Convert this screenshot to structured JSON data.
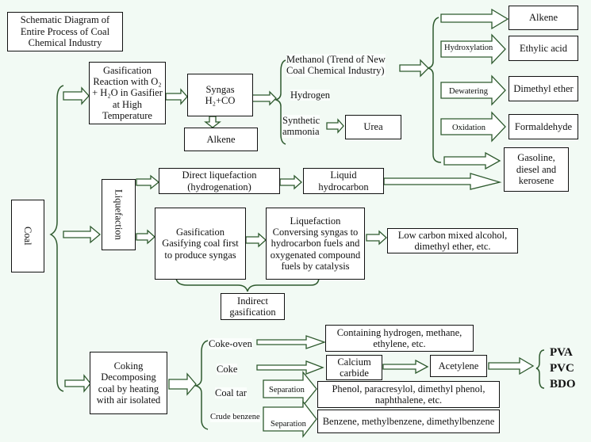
{
  "title": "Schematic Diagram of Entire Process of Coal Chemical Industry",
  "colors": {
    "background": "#f2faf4",
    "connector": "#2e5a2e",
    "box_border": "#111111"
  },
  "nodes": {
    "coal": "Coal",
    "gasification_reaction": "Gasification\nReaction with O₂\n+ H₂O in Gasifier\nat High\nTemperature",
    "syngas": "Syngas\nH₂+CO",
    "alkene_from_syngas": "Alkene",
    "methanol": "Methanol (Trend of New\nCoal Chemical Industry)",
    "hydrogen": "Hydrogen",
    "synthetic_ammonia": "Synthetic\nammonia",
    "urea": "Urea",
    "alkene_from_methanol": "Alkene",
    "ethylic_acid": "Ethylic acid",
    "dimethyl_ether": "Dimethyl ether",
    "formaldehyde": "Formaldehyde",
    "gasoline": "Gasoline,\ndiesel and\nkerosene",
    "liquefaction": "Liquefaction",
    "direct_liquefaction": "Direct liquefaction\n(hydrogenation)",
    "liquid_hydrocarbon": "Liquid\nhydrocarbon",
    "gasification_first": "Gasification\nGasifying coal first\nto produce syngas",
    "liquefaction_conversing": "Liquefaction\nConversing syngas to\nhydrocarbon fuels and\noxygenated compound\nfuels by catalysis",
    "low_carbon_alcohol": "Low carbon mixed alcohol,\ndimethyl ether, etc.",
    "indirect_gasification": "Indirect\ngasification",
    "coking": "Coking\nDecomposing\ncoal by heating\nwith air isolated",
    "coke_oven": "Coke-oven",
    "coke": "Coke",
    "coal_tar": "Coal tar",
    "crude_benzene": "Crude benzene",
    "coke_oven_products": "Containing hydrogen, methane,\nethylene, etc.",
    "calcium_carbide": "Calcium\ncarbide",
    "acetylene": "Acetylene",
    "phenol_products": "Phenol, paracresylol, dimethyl phenol,\nnaphthalene, etc.",
    "benzene_products": "Benzene, methylbenzene, dimethylbenzene",
    "pva": "PVA",
    "pvc": "PVC",
    "bdo": "BDO"
  },
  "edge_labels": {
    "hydroxylation": "Hydroxylation",
    "dewatering": "Dewatering",
    "oxidation": "Oxidation",
    "separation_tar": "Separation",
    "separation_benzene": "Separation"
  }
}
